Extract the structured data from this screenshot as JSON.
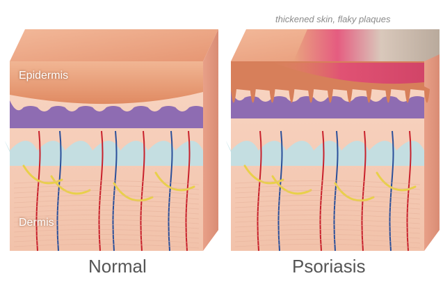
{
  "annotation": "thickened skin, flaky plaques",
  "panels": [
    {
      "caption": "Normal",
      "layers": {
        "top": "Epidermis",
        "bottom": "Dermis"
      }
    },
    {
      "caption": "Psoriasis"
    }
  ],
  "colors": {
    "epidermis": "#e8a07a",
    "epidermis_dark": "#d77f5a",
    "basal_layer": "#7b5bb0",
    "papillae": "#bfe0e6",
    "dermis": "#f6cbb6",
    "side_face": "#e79f86",
    "plaque": "#cfc2b4",
    "inflamed": "#e0507a",
    "vessel_red": "#c8202b",
    "vessel_blue": "#2a4f9a",
    "nerve": "#e8d04a",
    "caption": "#555555",
    "annotation": "#8a8a8a"
  }
}
